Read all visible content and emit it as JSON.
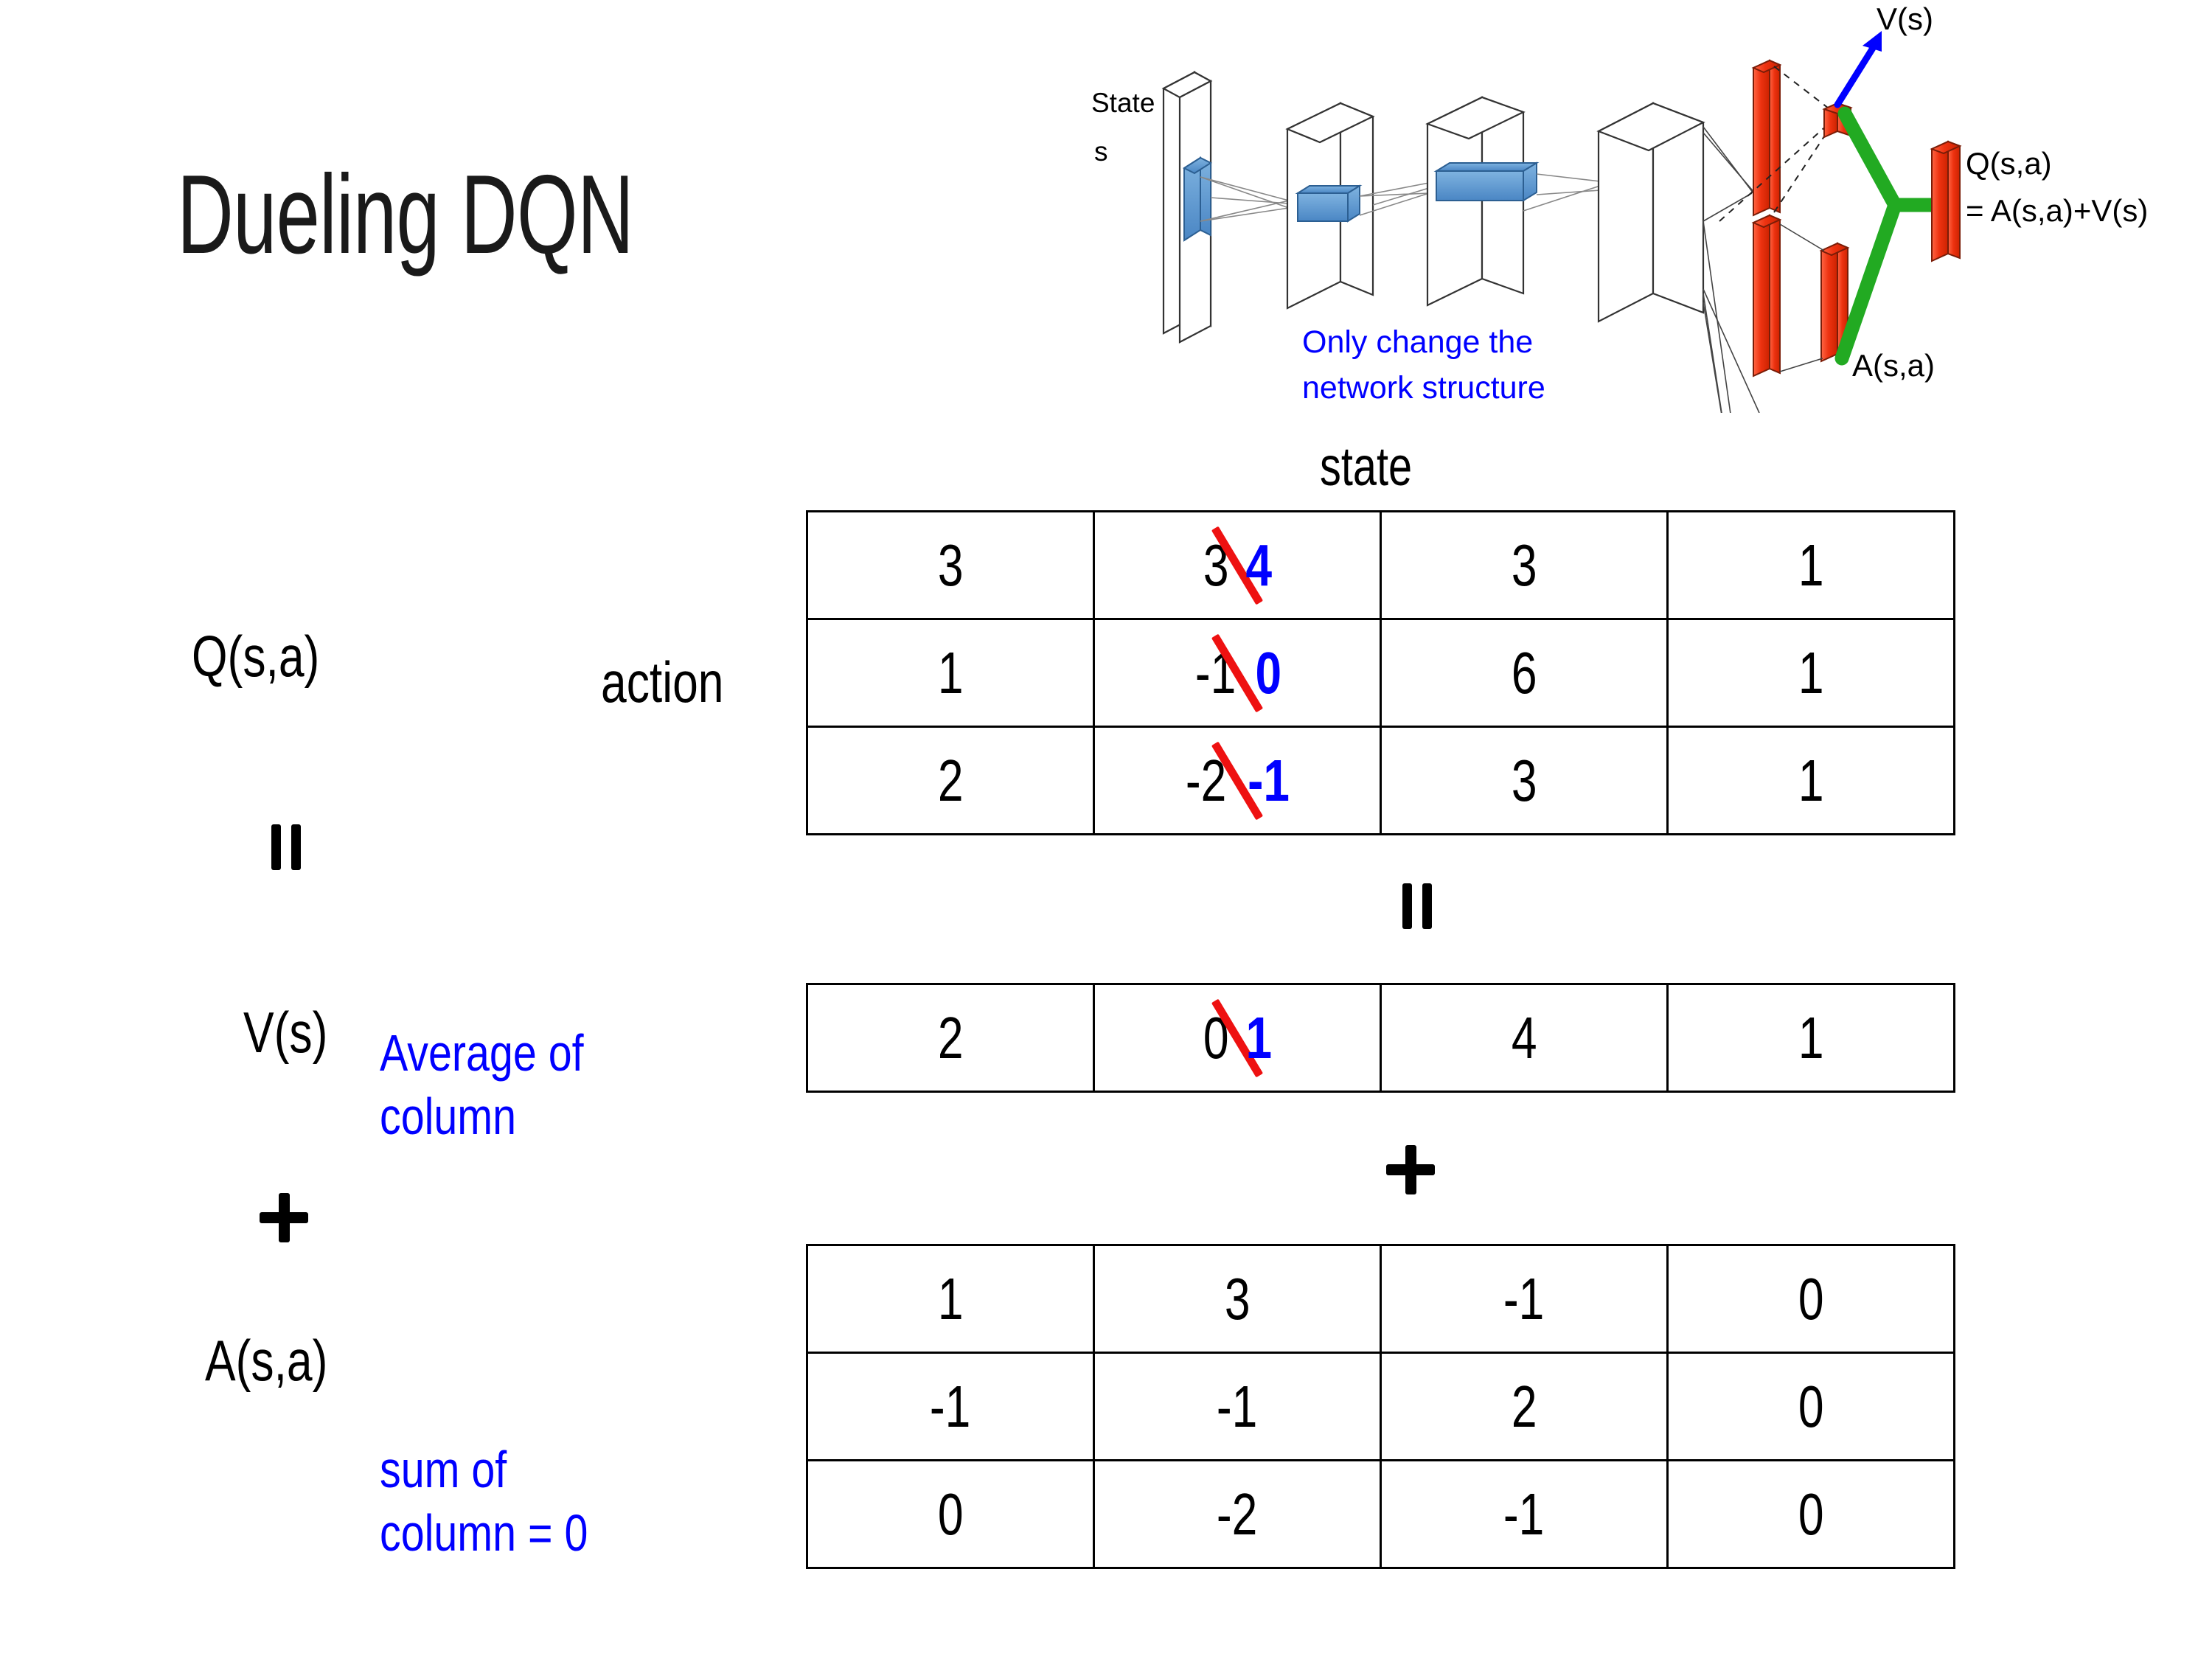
{
  "slide": {
    "title": "Dueling DQN"
  },
  "diagram": {
    "input_label_line1": "State",
    "input_label_line2": "s",
    "note_line1": "Only change the",
    "note_line2": "network structure",
    "value_label": "V(s)",
    "advantage_label": "A(s,a)",
    "q_label_line1": "Q(s,a)",
    "q_label_line2": "= A(s,a)+V(s)",
    "colors": {
      "note": "#0000ff",
      "arrow": "#0000ff",
      "bars": "#ee3311",
      "combine": "#22aa22",
      "filter": "#5b9bd5"
    }
  },
  "labels": {
    "state_header": "state",
    "action_header": "action",
    "q_row": "Q(s,a)",
    "v_row": "V(s)",
    "a_row": "A(s,a)",
    "average_note": "Average of\ncolumn",
    "sum_note": "sum of\ncolumn = 0",
    "equals": "=",
    "plus": "+"
  },
  "chart_data": {
    "type": "table",
    "title": "Dueling DQN value/advantage decomposition",
    "row_axis": "action",
    "col_axis": "state",
    "tables": [
      {
        "name": "Q(s,a)",
        "rows": [
          [
            {
              "value": "3"
            },
            {
              "value": "3",
              "struck": true,
              "replacement": "4"
            },
            {
              "value": "3"
            },
            {
              "value": "1"
            }
          ],
          [
            {
              "value": "1"
            },
            {
              "value": "-1",
              "struck": true,
              "replacement": "0"
            },
            {
              "value": "6"
            },
            {
              "value": "1"
            }
          ],
          [
            {
              "value": "2"
            },
            {
              "value": "-2",
              "struck": true,
              "replacement": "-1"
            },
            {
              "value": "3"
            },
            {
              "value": "1"
            }
          ]
        ]
      },
      {
        "name": "V(s)",
        "rows": [
          [
            {
              "value": "2"
            },
            {
              "value": "0",
              "struck": true,
              "replacement": "1"
            },
            {
              "value": "4"
            },
            {
              "value": "1"
            }
          ]
        ]
      },
      {
        "name": "A(s,a)",
        "rows": [
          [
            {
              "value": "1"
            },
            {
              "value": "3"
            },
            {
              "value": "-1"
            },
            {
              "value": "0"
            }
          ],
          [
            {
              "value": "-1"
            },
            {
              "value": "-1"
            },
            {
              "value": "2"
            },
            {
              "value": "0"
            }
          ],
          [
            {
              "value": "0"
            },
            {
              "value": "-2"
            },
            {
              "value": "-1"
            },
            {
              "value": "0"
            }
          ]
        ]
      }
    ],
    "relation": "Q(s,a) = V(s) + A(s,a)",
    "constraints": [
      "V(s) = average of column",
      "sum of column of A(s,a) = 0"
    ]
  },
  "colors": {
    "annotation_blue": "#0000ff",
    "strike_red": "#ee1111",
    "text_black": "#000000"
  }
}
